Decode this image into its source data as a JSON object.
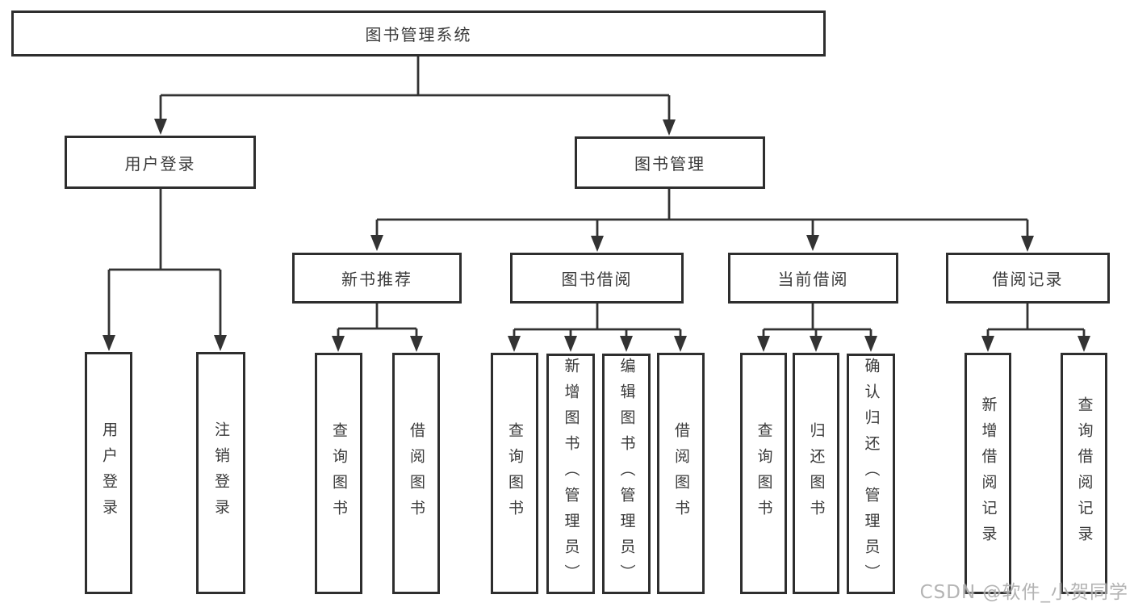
{
  "diagram": {
    "watermark": "CSDN @软件_小贺同学",
    "colors": {
      "line": "#333333",
      "box_border": "#2e2e2e",
      "text": "#3a3a3a",
      "watermark": "#aeaeae",
      "bg": "#ffffff"
    },
    "tree": {
      "label": "图书管理系统",
      "children": [
        {
          "label": "用户登录",
          "children": [
            {
              "label": "用户登录"
            },
            {
              "label": "注销登录"
            }
          ]
        },
        {
          "label": "图书管理",
          "children": [
            {
              "label": "新书推荐",
              "children": [
                {
                  "label": "查询图书"
                },
                {
                  "label": "借阅图书"
                }
              ]
            },
            {
              "label": "图书借阅",
              "children": [
                {
                  "label": "查询图书"
                },
                {
                  "label": "新增图书（管理员）"
                },
                {
                  "label": "编辑图书（管理员）"
                },
                {
                  "label": "借阅图书"
                }
              ]
            },
            {
              "label": "当前借阅",
              "children": [
                {
                  "label": "查询图书"
                },
                {
                  "label": "归还图书"
                },
                {
                  "label": "确认归还（管理员）"
                }
              ]
            },
            {
              "label": "借阅记录",
              "children": [
                {
                  "label": "新增借阅记录"
                },
                {
                  "label": "查询借阅记录"
                }
              ]
            }
          ]
        }
      ]
    }
  }
}
